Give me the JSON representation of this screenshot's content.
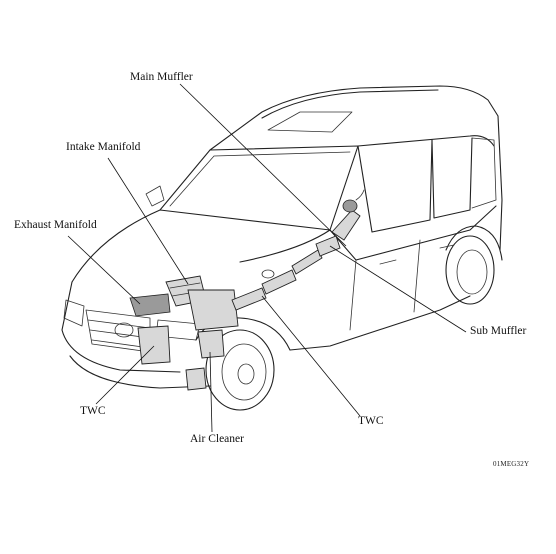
{
  "labels": {
    "main_muffler": "Main Muffler",
    "intake_manifold": "Intake Manifold",
    "exhaust_manifold": "Exhaust Manifold",
    "sub_muffler": "Sub Muffler",
    "twc_front": "TWC",
    "twc_rear": "TWC",
    "air_cleaner": "Air Cleaner"
  },
  "figure_code": "01MEG32Y"
}
